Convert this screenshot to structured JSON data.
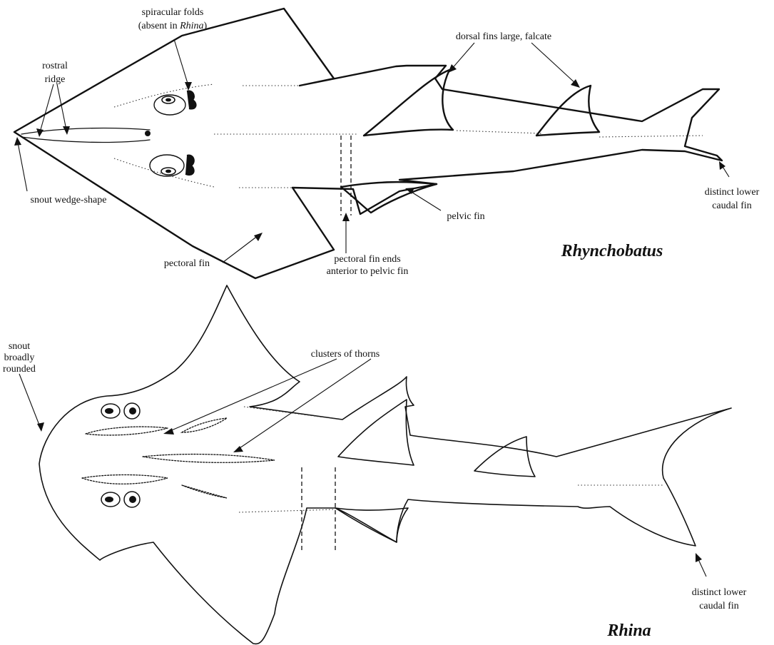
{
  "rhynchobatus": {
    "title": "Rhynchobatus",
    "spiracular_folds_line1": "spiracular folds",
    "spiracular_folds_pre": "(absent in ",
    "spiracular_folds_italic": "Rhina",
    "spiracular_folds_post": ")",
    "rostral_ridge_line1": "rostral",
    "rostral_ridge_line2": "ridge",
    "snout_wedge": "snout wedge-shape",
    "dorsal_fins": "dorsal fins large, falcate",
    "pectoral_fin": "pectoral fin",
    "pectoral_ends_line1": "pectoral fin ends",
    "pectoral_ends_line2": "anterior to pelvic fin",
    "pelvic_fin": "pelvic fin",
    "lower_caudal_line1": "distinct lower",
    "lower_caudal_line2": "caudal fin"
  },
  "rhina": {
    "title": "Rhina",
    "snout_line1": "snout",
    "snout_line2": "broadly",
    "snout_line3": "rounded",
    "thorns": "clusters of thorns",
    "lower_caudal_line1": "distinct lower",
    "lower_caudal_line2": "caudal fin"
  }
}
